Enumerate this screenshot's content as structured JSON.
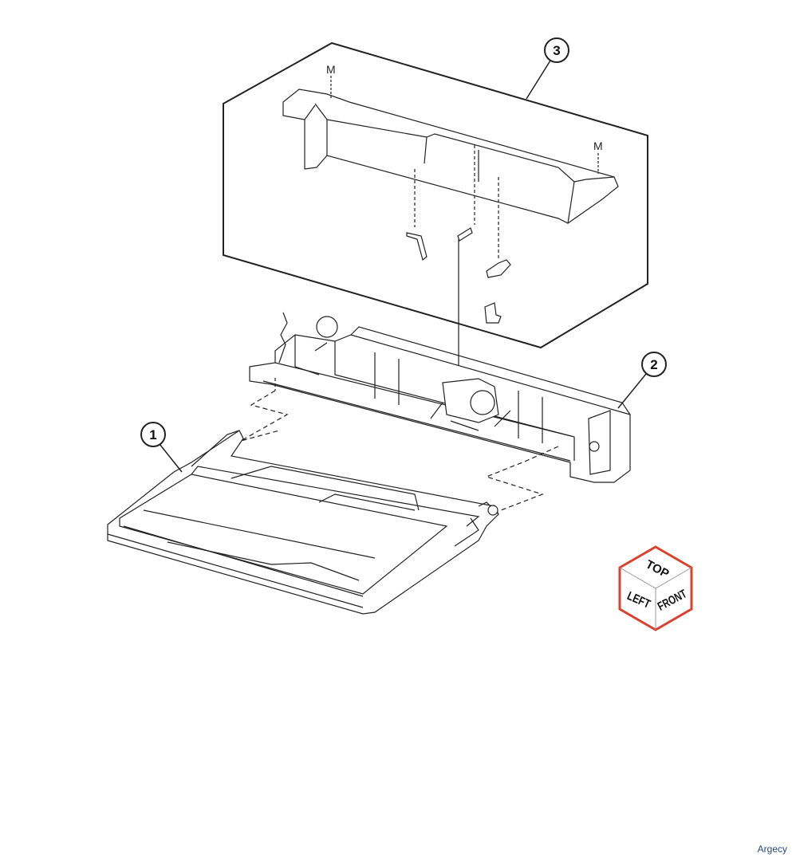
{
  "callouts": [
    {
      "number": "1"
    },
    {
      "number": "2"
    },
    {
      "number": "3"
    }
  ],
  "markers": {
    "m_left": "M",
    "m_right": "M"
  },
  "orientation_cube": {
    "top": "TOP",
    "left": "LEFT",
    "front": "FRONT",
    "border_color": "#d9432e"
  },
  "watermark": "Argecy"
}
